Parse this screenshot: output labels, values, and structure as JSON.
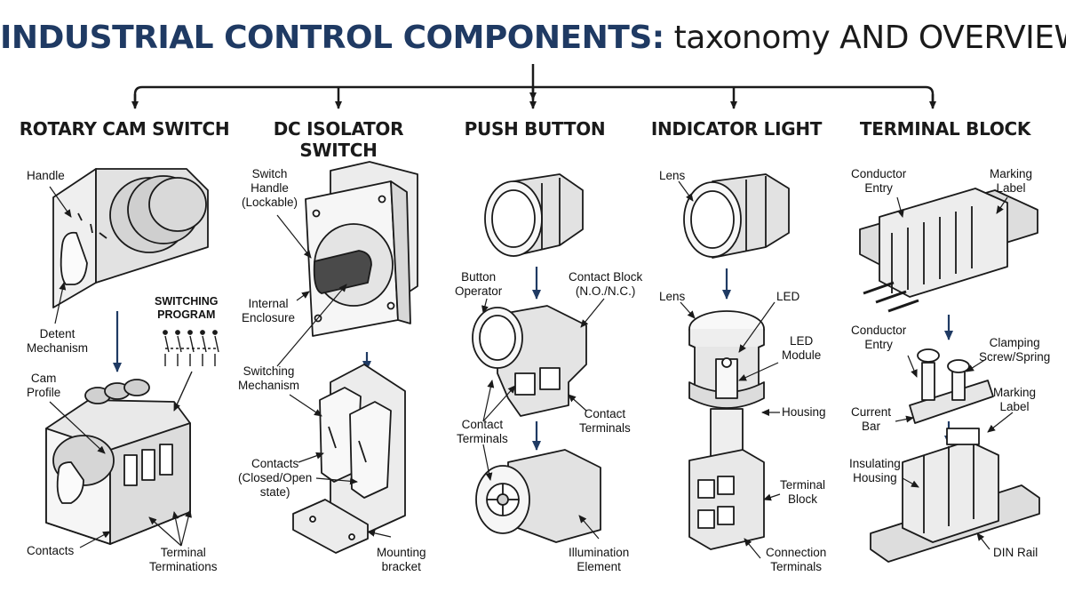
{
  "title": {
    "bold": "INDUSTRIAL CONTROL COMPONENTS:",
    "rest": " taxonomy AND OVERVIEW"
  },
  "sections": [
    {
      "title": "ROTARY CAM SWITCH"
    },
    {
      "title": "DC ISOLATOR SWITCH"
    },
    {
      "title": "PUSH BUTTON"
    },
    {
      "title": "INDICATOR LIGHT"
    },
    {
      "title": "TERMINAL BLOCK"
    }
  ],
  "labels": {
    "cam": {
      "handle": "Handle",
      "switching_program": "SWITCHING\nPROGRAM",
      "detent": "Detent\nMechanism",
      "cam_profile": "Cam\nProfile",
      "contacts": "Contacts",
      "terminal_terminations": "Terminal\nTerminations"
    },
    "isolator": {
      "switch_handle": "Switch\nHandle\n(Lockable)",
      "internal_enclosure": "Internal\nEnclosure",
      "switching_mechanism": "Switching\nMechanism",
      "contacts": "Contacts\n(Closed/Open\nstate)",
      "mounting_bracket": "Mounting\nbracket"
    },
    "push": {
      "button_operator": "Button\nOperator",
      "contact_block": "Contact Block\n(N.O./N.C.)",
      "contact_terminals_left": "Contact\nTerminals",
      "contact_terminals_right": "Contact\nTerminals",
      "illumination": "Illumination\nElement"
    },
    "indicator": {
      "lens_top": "Lens",
      "lens": "Lens",
      "led": "LED",
      "led_module": "LED\nModule",
      "housing": "Housing",
      "terminal_block": "Terminal\nBlock",
      "connection_terminals": "Connection\nTerminals"
    },
    "terminal": {
      "conductor_entry_top": "Conductor\nEntry",
      "marking_label_top": "Marking\nLabel",
      "conductor_entry": "Conductor\nEntry",
      "clamping": "Clamping\nScrew/Spring",
      "current_bar": "Current\nBar",
      "marking_label": "Marking\nLabel",
      "insulating": "Insulating\nHousing",
      "din_rail": "DIN Rail"
    }
  }
}
